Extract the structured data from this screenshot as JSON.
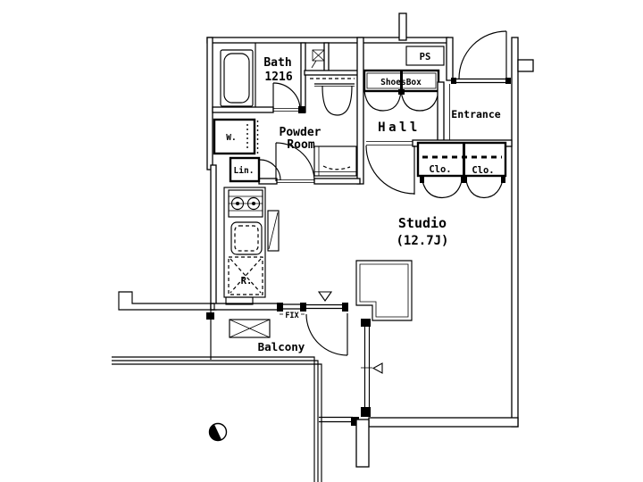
{
  "rooms": {
    "bath": {
      "name": "Bath",
      "size": "1216"
    },
    "powder": {
      "line1": "Powder",
      "line2": "Room"
    },
    "hall": {
      "name": "Hall"
    },
    "entrance": {
      "name": "Entrance"
    },
    "shoesbox": {
      "name": "ShoesBox"
    },
    "ps": {
      "name": "PS"
    },
    "clo_left": {
      "name": "Clo."
    },
    "clo_right": {
      "name": "Clo."
    },
    "studio": {
      "name": "Studio",
      "size": "(12.7J)"
    },
    "balcony": {
      "name": "Balcony"
    }
  },
  "fixtures": {
    "washer": "W.",
    "linen": "Lin.",
    "fridge": "R.",
    "fix_window": "FIX"
  },
  "colors": {
    "line": "#000000",
    "background": "#ffffff"
  }
}
